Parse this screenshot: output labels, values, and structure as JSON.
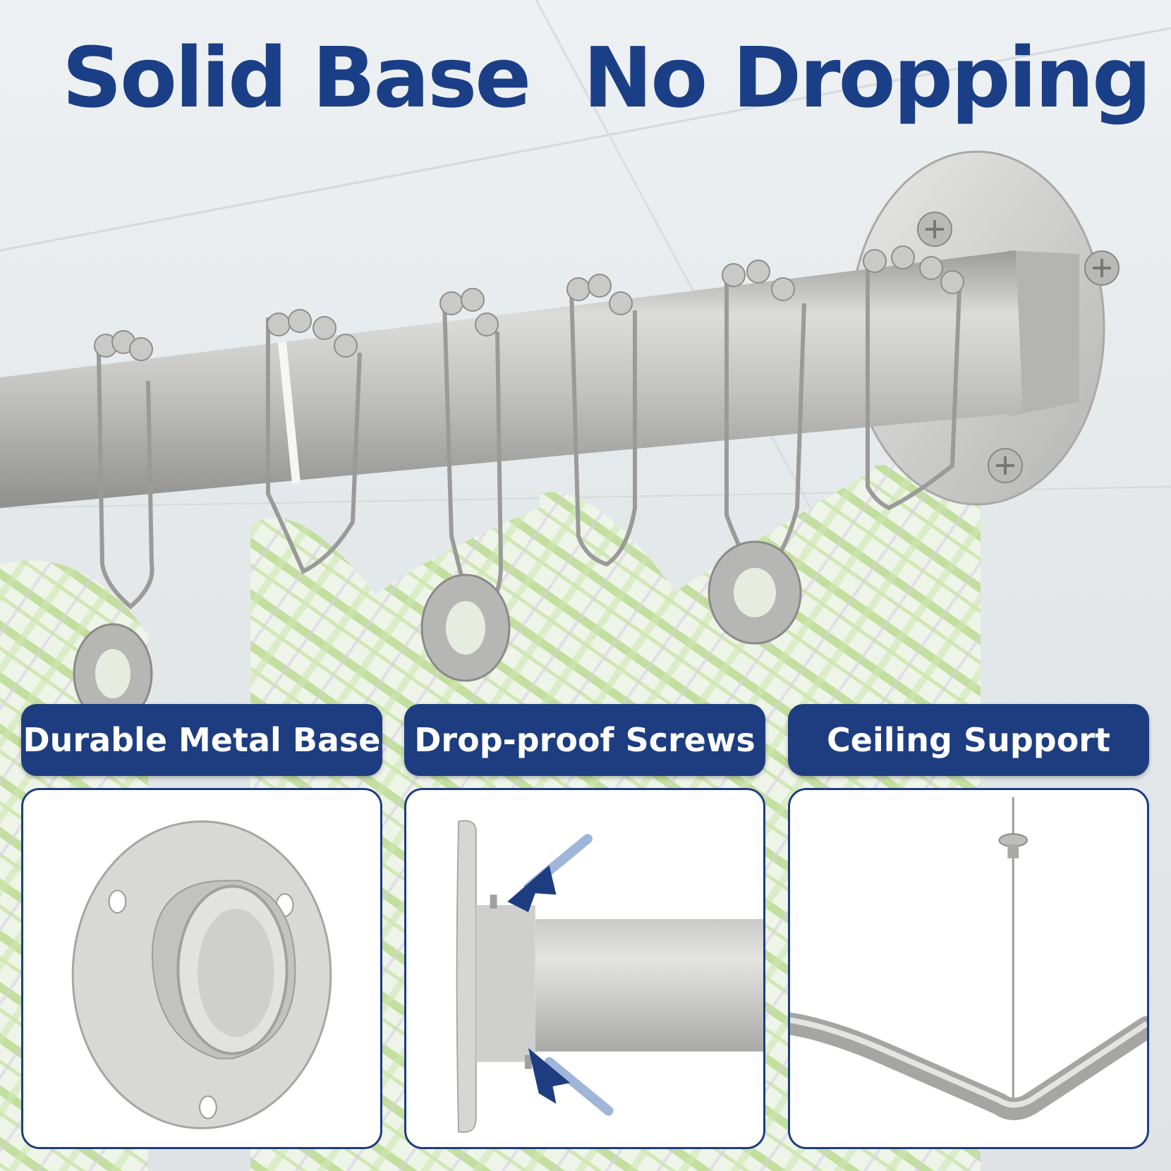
{
  "headline": "Solid Base  No Dropping",
  "features": [
    {
      "label": "Durable Metal Base",
      "icon": "metal-base-flange-icon"
    },
    {
      "label": "Drop-proof Screws",
      "icon": "screw-arrows-icon"
    },
    {
      "label": "Ceiling Support",
      "icon": "ceiling-support-rod-icon"
    }
  ],
  "colors": {
    "headline": "#1b3f86",
    "label_bg": "#1d3d80",
    "label_text": "#ffffff",
    "panel_border": "#1d3d80",
    "metal": "#c7c7c5",
    "curtain_green": "#b8da8e"
  }
}
